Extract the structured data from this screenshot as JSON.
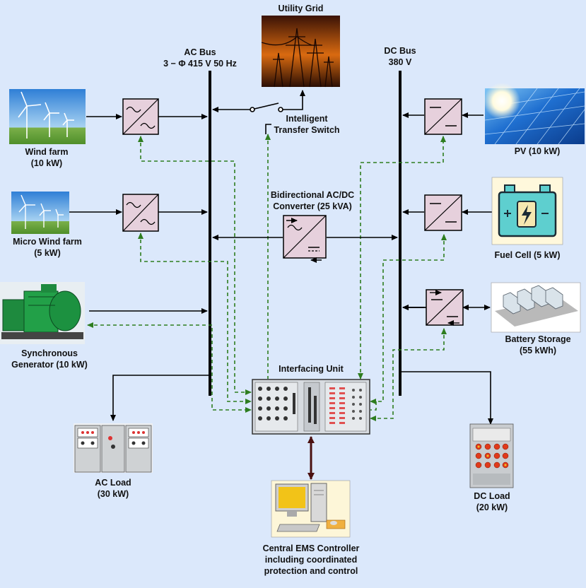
{
  "ac_bus": {
    "name": "AC Bus",
    "rating": "3 − Φ 415 V 50 Hz"
  },
  "dc_bus": {
    "name": "DC Bus",
    "rating": "380 V"
  },
  "utility_grid": {
    "label": "Utility Grid"
  },
  "transfer_switch": {
    "line1": "Intelligent",
    "line2": "Transfer Switch"
  },
  "bidirectional_converter": {
    "line1": "Bidirectional AC/DC",
    "line2": "Converter (25 kVA)"
  },
  "interfacing_unit": {
    "label": "Interfacing Unit"
  },
  "wind_farm": {
    "line1": "Wind farm",
    "line2": "(10 kW)"
  },
  "micro_wind_farm": {
    "line1": "Micro Wind farm",
    "line2": "(5 kW)"
  },
  "synchronous_generator": {
    "line1": "Synchronous",
    "line2": "Generator (10 kW)"
  },
  "pv": {
    "label": "PV (10 kW)"
  },
  "fuel_cell": {
    "label": "Fuel Cell (5 kW)"
  },
  "battery_storage": {
    "line1": "Battery Storage",
    "line2": "(55 kWh)"
  },
  "ac_load": {
    "line1": "AC Load",
    "line2": "(30 kW)"
  },
  "dc_load": {
    "line1": "DC Load",
    "line2": "(20 kW)"
  },
  "ems_controller": {
    "line1": "Central EMS Controller",
    "line2": "including coordinated",
    "line3": "protection and control"
  },
  "colors": {
    "background": "#dbe8fb",
    "converter_fill": "#e6d0dc",
    "signal_line": "#2e7d1f",
    "bus": "#000000",
    "ems_link": "#4a1010"
  }
}
